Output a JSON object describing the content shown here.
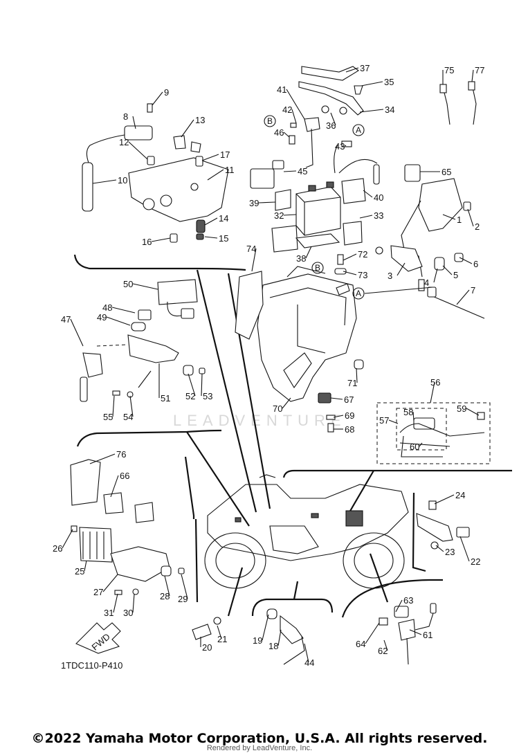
{
  "diagram": {
    "drawing_code": "1TDC110-P410",
    "fwd_label": "FWD",
    "watermark": "LEADVENTURE",
    "reference_marks": [
      "A",
      "B"
    ],
    "copyright": "©2022 Yamaha Motor Corporation, U.S.A. All rights reserved.",
    "rendered_by": "Rendered by LeadVenture, Inc.",
    "callouts": [
      "1",
      "2",
      "3",
      "4",
      "5",
      "6",
      "7",
      "8",
      "9",
      "10",
      "11",
      "12",
      "13",
      "14",
      "15",
      "16",
      "17",
      "18",
      "19",
      "20",
      "21",
      "22",
      "23",
      "24",
      "25",
      "26",
      "27",
      "28",
      "29",
      "30",
      "31",
      "32",
      "33",
      "34",
      "35",
      "36",
      "37",
      "38",
      "39",
      "40",
      "41",
      "42",
      "43",
      "44",
      "45",
      "46",
      "47",
      "48",
      "49",
      "50",
      "51",
      "52",
      "53",
      "54",
      "55",
      "56",
      "57",
      "58",
      "59",
      "60",
      "61",
      "62",
      "63",
      "64",
      "65",
      "66",
      "67",
      "68",
      "69",
      "70",
      "71",
      "72",
      "73",
      "74",
      "75",
      "76",
      "77"
    ]
  }
}
